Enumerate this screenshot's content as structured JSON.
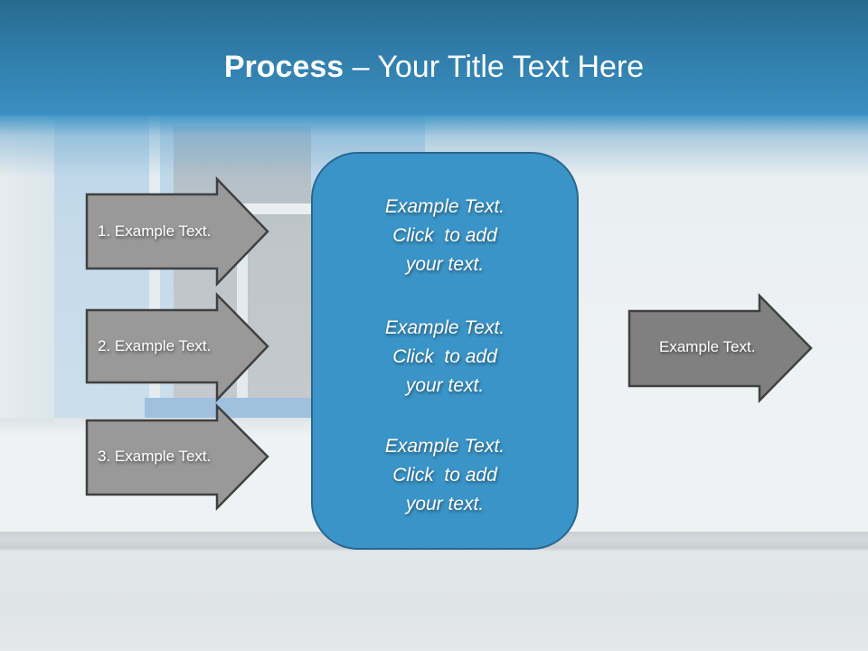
{
  "slide": {
    "title": {
      "bold_part": "Process",
      "rest": " – Your Title Text Here"
    },
    "colors": {
      "title_band_top": "#286a8e",
      "title_band_bottom": "#3a8fc2",
      "center_box_fill": "#3a94c7",
      "center_box_border": "#29678e",
      "left_arrow_fill": "#999999",
      "right_arrow_fill": "#808080",
      "arrow_border": "#404040",
      "text": "#ffffff"
    },
    "input_arrows": [
      {
        "label": "1. Example Text."
      },
      {
        "label": "2. Example Text."
      },
      {
        "label": "3. Example Text."
      }
    ],
    "center_box": {
      "blocks": [
        {
          "lines": [
            "Example Text.",
            "Click  to add",
            "your text."
          ]
        },
        {
          "lines": [
            "Example Text.",
            "Click  to add",
            "your text."
          ]
        },
        {
          "lines": [
            "Example Text.",
            "Click  to add",
            "your text."
          ]
        }
      ]
    },
    "output_arrow": {
      "label": "Example Text."
    }
  }
}
